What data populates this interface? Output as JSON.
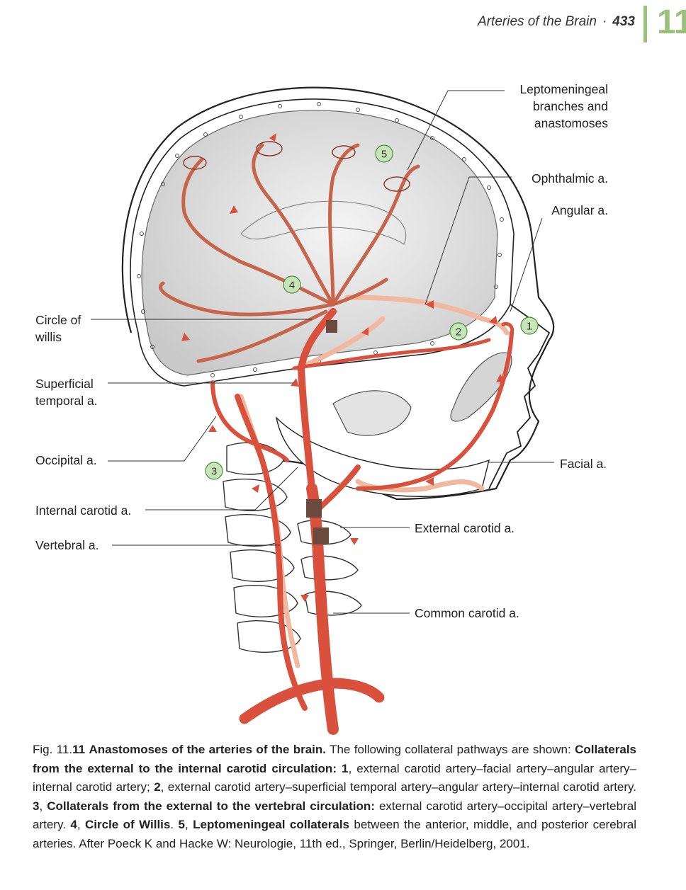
{
  "header": {
    "running_title": "Arteries of the Brain",
    "separator": "·",
    "page_number": "433",
    "chapter_tab": "11"
  },
  "figure": {
    "labels": {
      "leptomeningeal": "Leptomeningeal\nbranches and\nanastomoses",
      "ophthalmic": "Ophthalmic a.",
      "angular": "Angular a.",
      "circle_of_willis": "Circle of\nwillis",
      "superficial_temporal": "Superficial\ntemporal a.",
      "occipital": "Occipital a.",
      "facial": "Facial a.",
      "internal_carotid": "Internal carotid a.",
      "external_carotid": "External carotid a.",
      "vertebral": "Vertebral a.",
      "common_carotid": "Common carotid a."
    },
    "markers": [
      "1",
      "2",
      "3",
      "4",
      "5"
    ],
    "colors": {
      "artery": "#d9503c",
      "artery_dark": "#a83a2a",
      "collateral": "#f1b89f",
      "brain_fill": "#d8d8d8",
      "vessel_band": "#6b4a3e",
      "marker_fill": "#c6e6b8",
      "marker_stroke": "#4e8a3e",
      "chapter_tab": "#9bc27b"
    }
  },
  "caption": {
    "fig_prefix": "Fig. 11.",
    "fig_number": "11",
    "title": "Anastomoses of the arteries of the brain.",
    "t1": " The following collateral pathways are shown: ",
    "h1": "Collaterals from the external to the internal carotid circulation: 1",
    "t2": ", external carotid artery–facial artery–angular artery–internal carotid artery; ",
    "h2": "2",
    "t3": ", external carotid artery–superficial temporal artery–angular artery–internal carotid artery. ",
    "h3": "3",
    "t4": ", ",
    "h4": "Collaterals from the external to the vertebral circulation:",
    "t5": " external carotid artery–occipital artery–vertebral artery. ",
    "h5": "4",
    "t6": ", ",
    "h6": "Circle of Willis",
    "t7": ". ",
    "h7": "5",
    "t8": ", ",
    "h8": "Leptomeningeal collaterals",
    "t9": " between the anterior, middle, and posterior cerebral arteries. After Poeck K and Hacke W: Neurologie, 11th ed., Springer, Berlin/Heidelberg, 2001."
  }
}
